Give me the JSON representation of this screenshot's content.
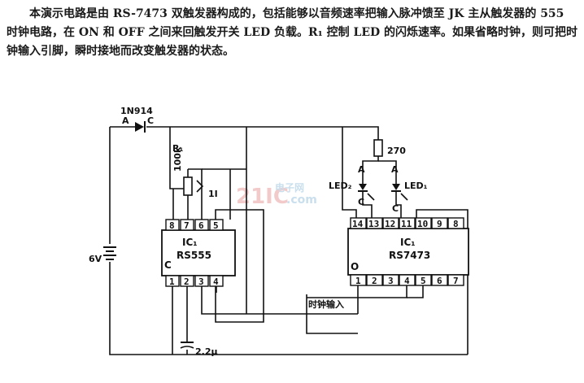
{
  "description": "本演示电路是由 RS-7473 双触发器构成的，包括能够以音频速率把输入脉冲馈至 JK 主从触发器的 555 时钟电路，在 ON 和 OFF 之间来回触发开关 LED 负载。R₁ 控制 LED 的闪烁速率。如果省略时钟，则可把时钟输入引脚，瞬时接地而改变触发器的状态。",
  "diagram": {
    "diode": {
      "name": "1N914",
      "anode": "A",
      "cathode": "C"
    },
    "r1": {
      "name": "R₁",
      "value": "100k"
    },
    "r1_extra": "1I",
    "resistor_270": "270",
    "led2": {
      "name": "LED₂",
      "anode": "A",
      "cathode": "C"
    },
    "led1": {
      "name": "LED₁",
      "anode": "A",
      "cathode": "C"
    },
    "ic1_555": {
      "name": "IC₁",
      "part": "RS555",
      "notch": "C",
      "top_pins": [
        "8",
        "7",
        "6",
        "5"
      ],
      "bottom_pins": [
        "1",
        "2",
        "3",
        "4"
      ]
    },
    "ic1_7473": {
      "name": "IC₁",
      "part": "RS7473",
      "notch": "O",
      "top_pins": [
        "14",
        "13",
        "12",
        "11",
        "10",
        "9",
        "8"
      ],
      "bottom_pins": [
        "1",
        "2",
        "3",
        "4",
        "5",
        "6",
        "7"
      ]
    },
    "battery": "6V",
    "capacitor": "2.2μ",
    "clock_input": "时钟输入",
    "watermark": {
      "brand": "21IC",
      "cn": "电子网",
      "domain": ".com"
    }
  }
}
